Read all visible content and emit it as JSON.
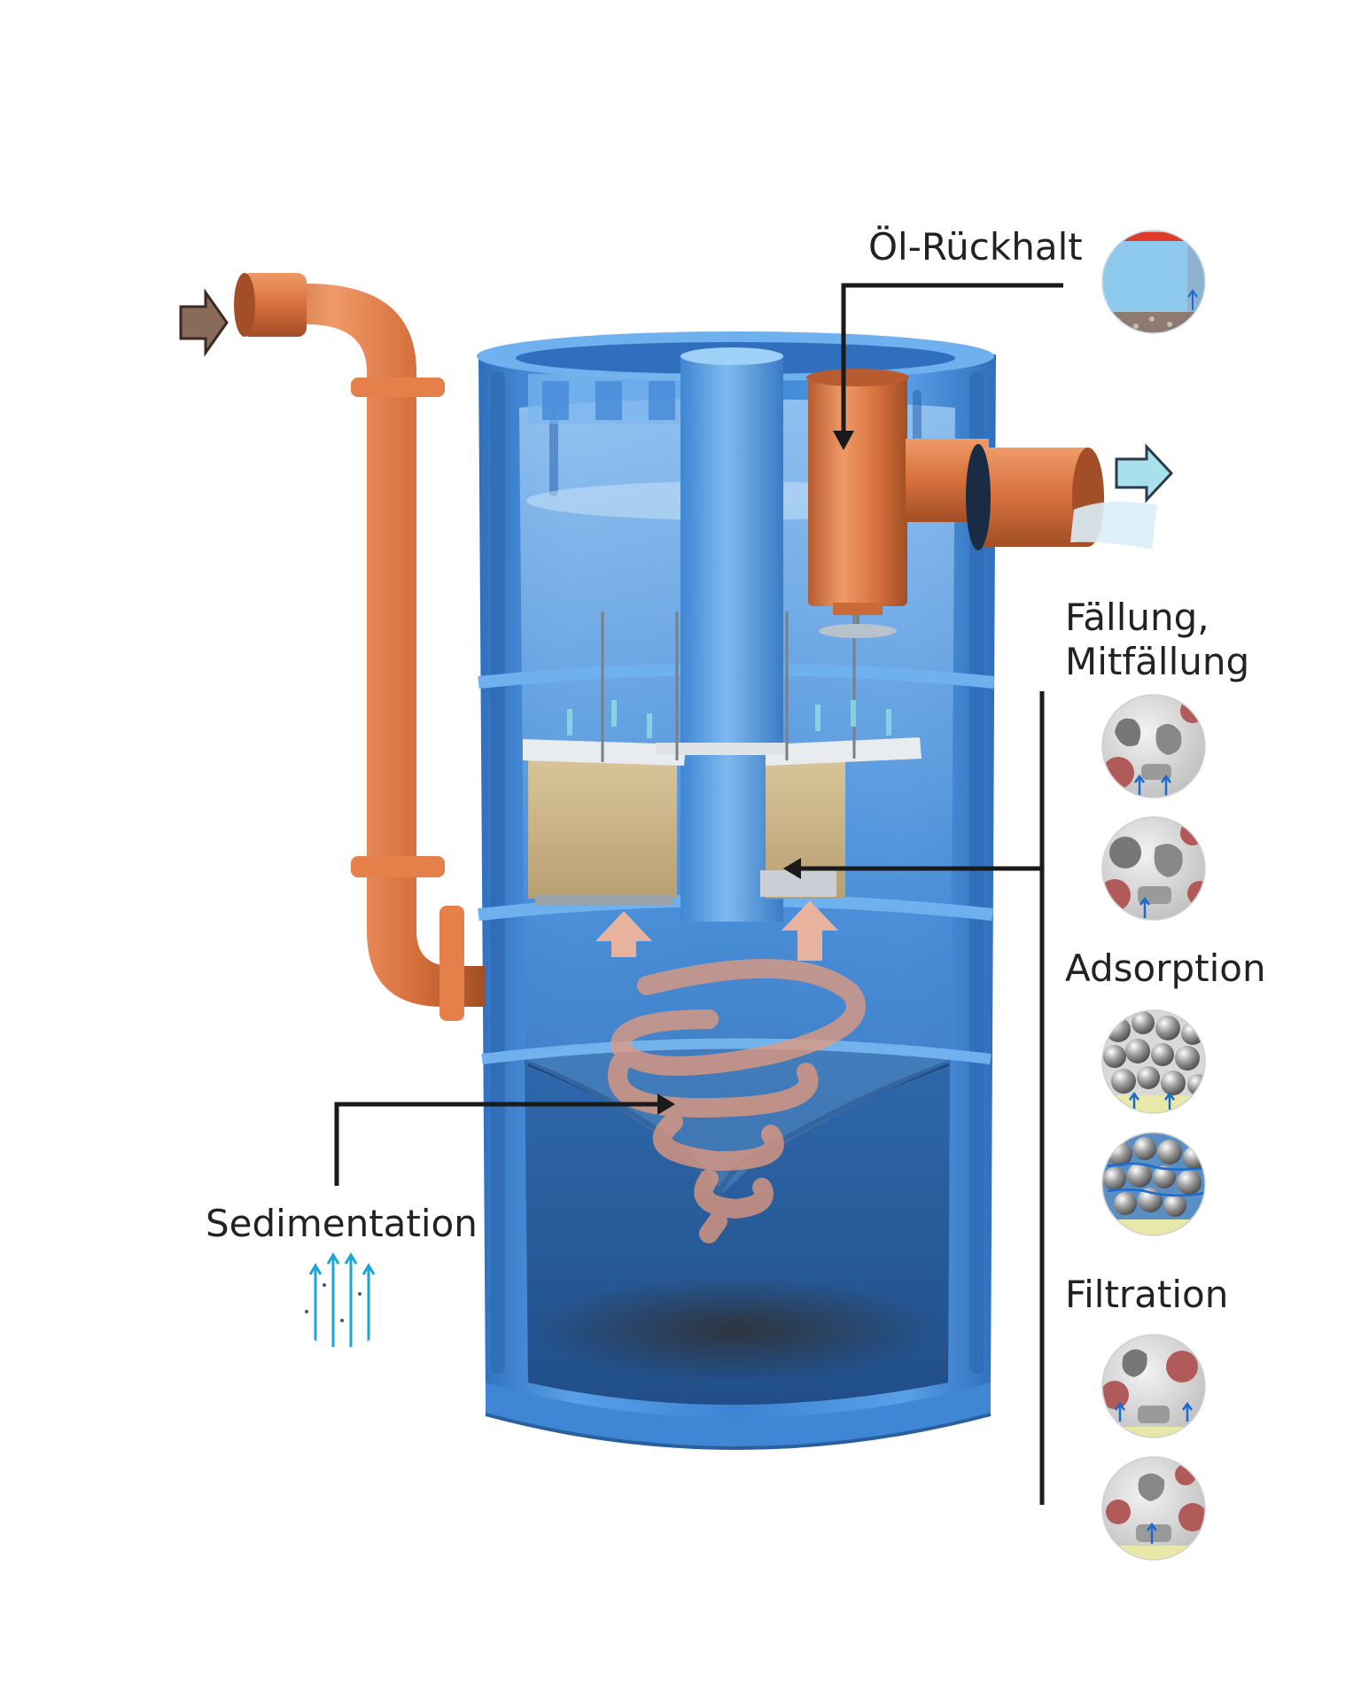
{
  "labels": {
    "oel_rueckhalt": "Öl-Rückhalt",
    "faellung_line1": "Fällung,",
    "faellung_line2": "Mitfällung",
    "adsorption": "Adsorption",
    "filtration": "Filtration",
    "sedimentation": "Sedimentation"
  },
  "colors": {
    "tank_blue": "#3f86d4",
    "tank_dark": "#2a5f9e",
    "pipe_orange": "#d9743f",
    "pipe_dark": "#a9522a",
    "filter_sand": "#cdb890",
    "spiral": "#e89a7a",
    "inlet_arrow": "#8a6a58",
    "outlet_arrow": "#a8e0ec",
    "leader_line": "#1a1a1a"
  },
  "icons": {
    "inlet": "inlet-arrow-icon",
    "outlet": "outlet-arrow-icon",
    "oil_retention": "oil-retention-icon",
    "precipitation": "precipitation-particles-icon",
    "adsorption": "adsorption-pellets-icon",
    "filtration": "filtration-particles-icon",
    "sedimentation": "sedimentation-flow-icon"
  }
}
